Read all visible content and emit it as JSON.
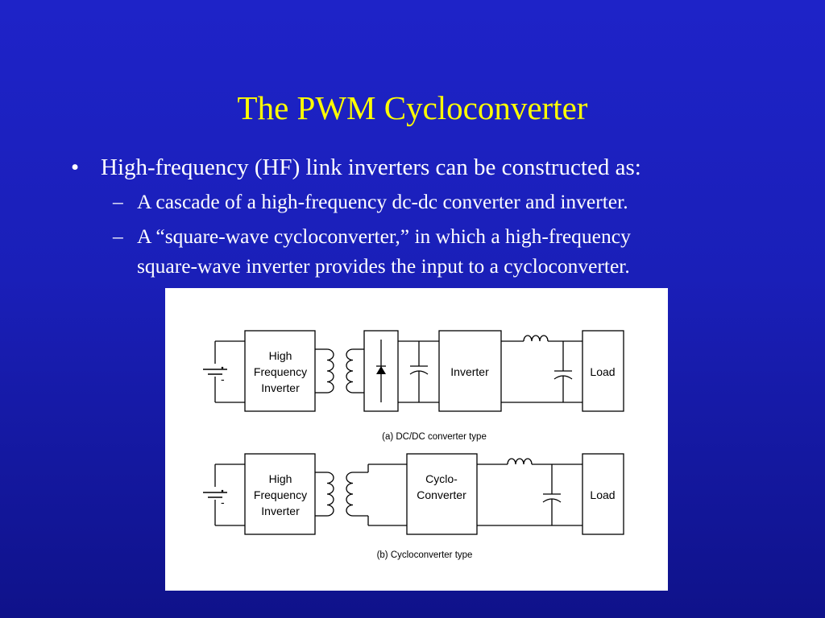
{
  "slide": {
    "title": "The PWM Cycloconverter",
    "bullet": {
      "marker": "•",
      "text": "High-frequency (HF) link inverters can be constructed as:"
    },
    "subbullets": [
      {
        "marker": "–",
        "line1": "A cascade of a high-frequency dc-dc converter and inverter.",
        "line2": ""
      },
      {
        "marker": "–",
        "line1": "A “square-wave cycloconverter,” in which a high-frequency",
        "line2": "square-wave inverter provides the input to a cycloconverter."
      }
    ]
  },
  "diagram_a": {
    "source_sign": "-",
    "hf_inverter": [
      "High",
      "Frequency",
      "Inverter"
    ],
    "inverter": "Inverter",
    "load": "Load",
    "caption": "(a) DC/DC converter type"
  },
  "diagram_b": {
    "source_sign": "-",
    "hf_inverter": [
      "High",
      "Frequency",
      "Inverter"
    ],
    "cycloconverter": [
      "Cyclo-",
      "Converter"
    ],
    "load": "Load",
    "caption": "(b) Cycloconverter type"
  },
  "colors": {
    "title": "#ffff00",
    "text": "#ffffff",
    "background": "#1e23c8",
    "figure_bg": "#ffffff"
  }
}
